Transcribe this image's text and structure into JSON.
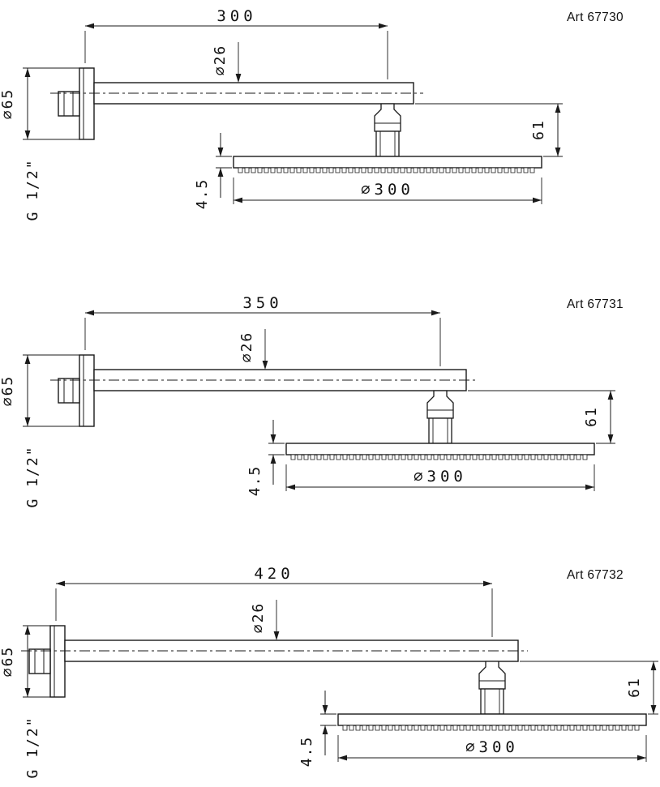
{
  "drawing": {
    "background": "#ffffff",
    "line_color": "#1a1a1a",
    "panels": [
      {
        "art_number": "Art 67730",
        "arm_length": "300",
        "arm_diameter": "∅26",
        "flange_diameter": "∅65",
        "thread_size": "G 1/2\"",
        "head_offset_height": "61",
        "head_thickness": "4.5",
        "head_diameter": "∅300"
      },
      {
        "art_number": "Art 67731",
        "arm_length": "350",
        "arm_diameter": "∅26",
        "flange_diameter": "∅65",
        "thread_size": "G 1/2\"",
        "head_offset_height": "61",
        "head_thickness": "4.5",
        "head_diameter": "∅300"
      },
      {
        "art_number": "Art 67732",
        "arm_length": "420",
        "arm_diameter": "∅26",
        "flange_diameter": "∅65",
        "thread_size": "G 1/2\"",
        "head_offset_height": "61",
        "head_thickness": "4.5",
        "head_diameter": "∅300"
      }
    ]
  }
}
